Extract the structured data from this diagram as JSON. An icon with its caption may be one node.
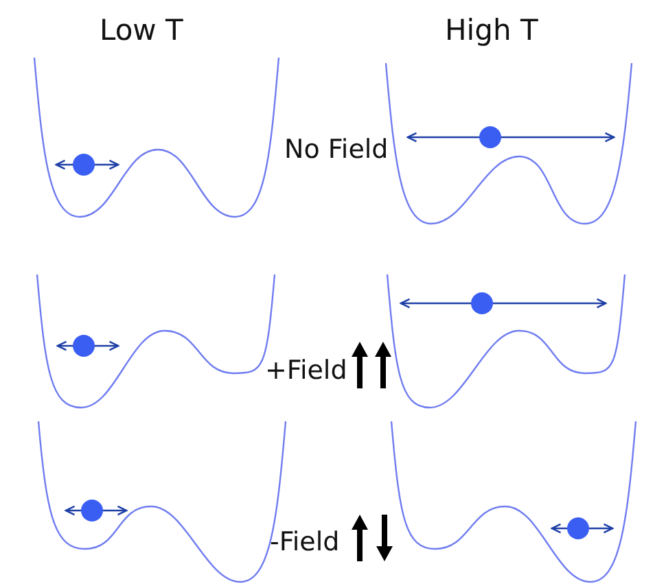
{
  "diagram": {
    "labels": [
      "Low T",
      "High T",
      "No Field",
      "+Field",
      "-Field"
    ]
  }
}
